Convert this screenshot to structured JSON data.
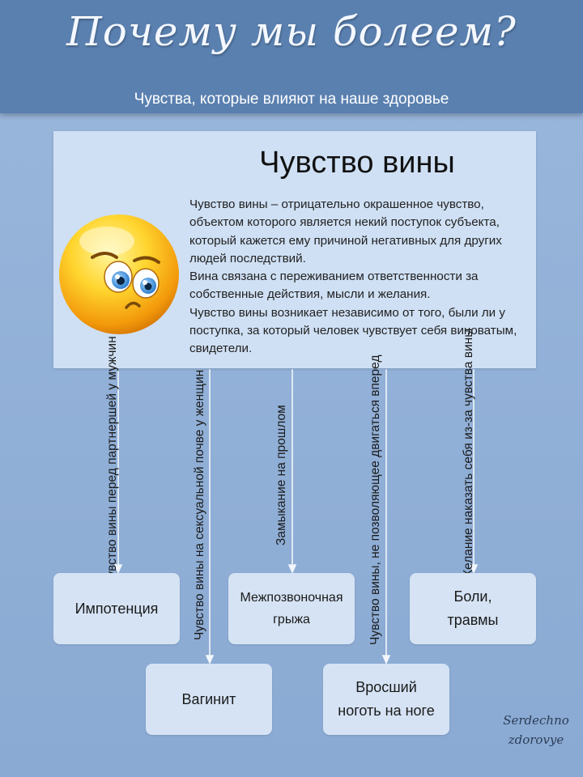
{
  "header": {
    "title": "Почему мы болеем?",
    "subtitle": "Чувства, которые влияют на наше здоровье"
  },
  "card": {
    "title": "Чувство вины",
    "paragraphs": [
      "Чувство вины – отрицательно окрашенное чувство, объектом которого является некий поступок субъекта, который кажется ему причиной негативных для других людей последствий.",
      "Вина связана с переживанием ответственности за собственные действия, мысли и желания.",
      "Чувство вины возникает независимо от того, были ли у поступка, за который человек чувствует себя виноватым, свидетели."
    ],
    "emoji": "sad-emoji"
  },
  "diagram": {
    "branches": [
      {
        "label": "Чувство вины перед партнершей у мужчин",
        "result": "Импотенция"
      },
      {
        "label": "Чувство вины на сексуальной почве у женщин",
        "result": "Вагинит"
      },
      {
        "label": "Замыкание на прошлом",
        "result": "Межпозвоночная грыжа"
      },
      {
        "label": "Чувство вины, не позволяющее двигаться вперед",
        "result": "Вросший ноготь на ноге"
      },
      {
        "label": "Желание наказать себя из-за чувства вины",
        "result": "Боли, травмы"
      }
    ]
  },
  "signature": "Serdechno zdorovye"
}
